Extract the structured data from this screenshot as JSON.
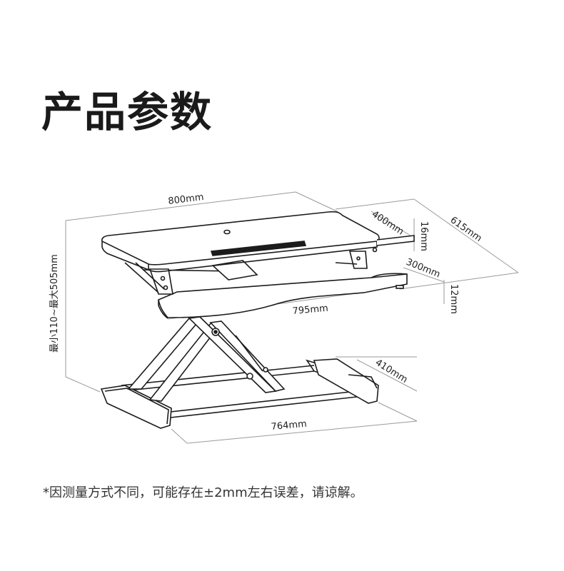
{
  "title": "产品参数",
  "dimensions": {
    "width_top": "800mm",
    "depth_top": "400mm",
    "top_thickness": "16mm",
    "total_depth": "615mm",
    "keyboard_depth": "300mm",
    "keyboard_thickness": "12mm",
    "keyboard_width": "795mm",
    "base_depth": "410mm",
    "base_width": "764mm",
    "height_range": "最小110~最大505mm"
  },
  "footnote": "*因测量方式不同，可能存在±2mm左右误差，请谅解。"
}
